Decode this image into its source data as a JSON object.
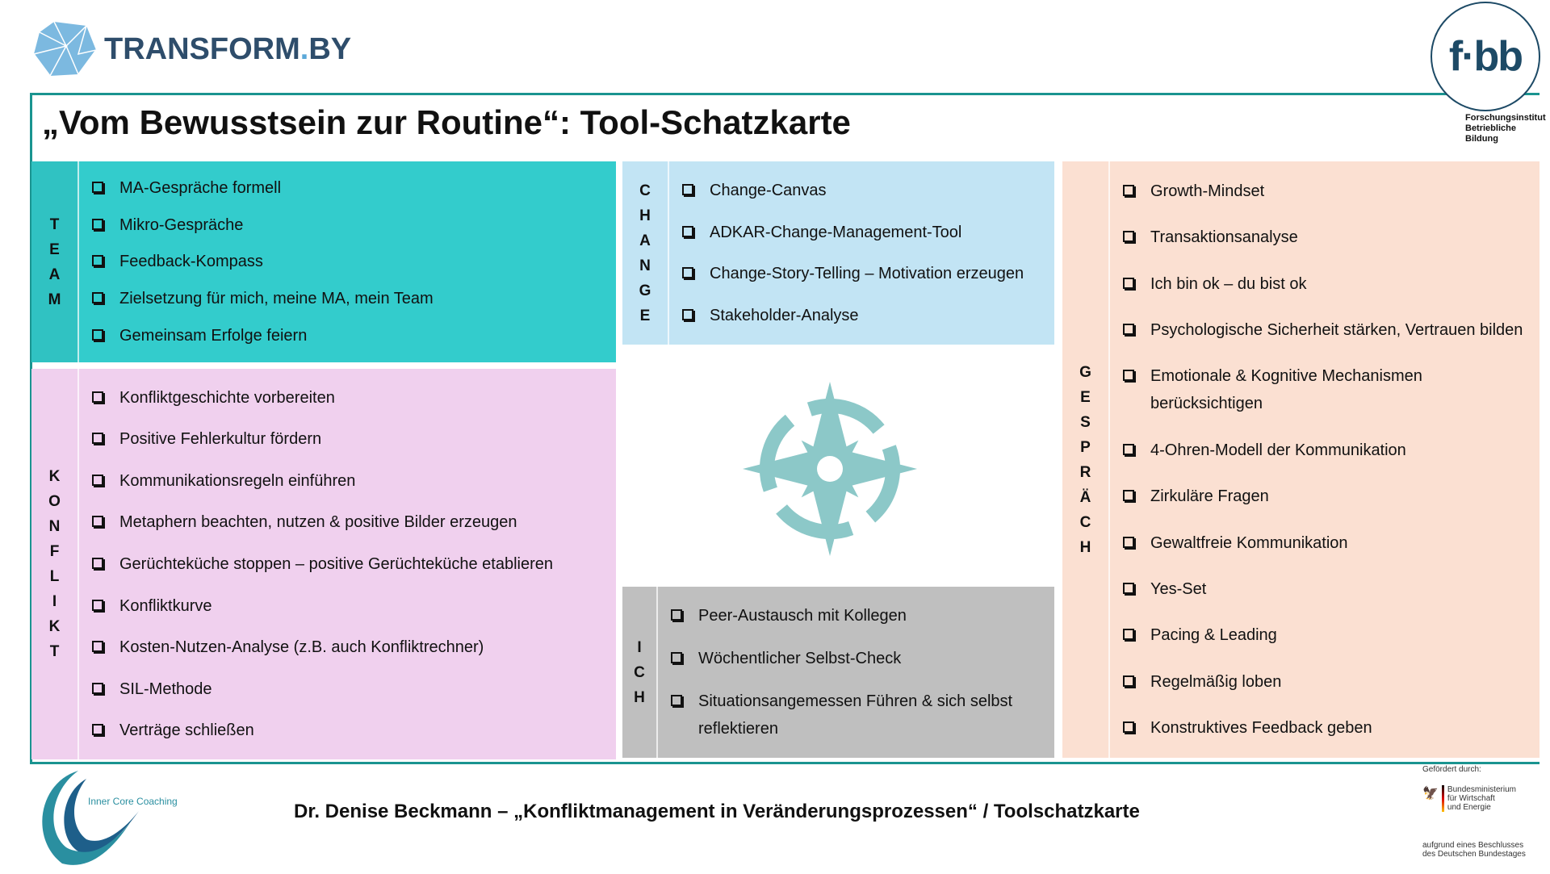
{
  "header": {
    "brand": "TRANSFORM",
    "brand_suffix": "BY",
    "title": "„Vom Bewusstsein zur Routine“: Tool-Schatzkarte",
    "fbb_logo": "f·bb",
    "fbb_sub1": "Forschungsinstitut",
    "fbb_sub2": "Betriebliche Bildung"
  },
  "team": {
    "label": [
      "T",
      "E",
      "A",
      "M"
    ],
    "items": [
      "MA-Gespräche formell",
      "Mikro-Gespräche",
      "Feedback-Kompass",
      "Zielsetzung für mich, meine MA, mein Team",
      "Gemeinsam Erfolge feiern"
    ]
  },
  "konflikt": {
    "label": [
      "K",
      "O",
      "N",
      "F",
      "L",
      "I",
      "K",
      "T"
    ],
    "items": [
      "Konfliktgeschichte vorbereiten",
      "Positive Fehlerkultur fördern",
      "Kommunikationsregeln einführen",
      "Metaphern beachten, nutzen & positive Bilder erzeugen",
      "Gerüchteküche stoppen – positive Gerüchteküche etablieren",
      "Konfliktkurve",
      "Kosten-Nutzen-Analyse (z.B. auch Konfliktrechner)",
      "SIL-Methode",
      "Verträge schließen"
    ]
  },
  "change": {
    "label": [
      "C",
      "H",
      "A",
      "N",
      "G",
      "E"
    ],
    "items": [
      "Change-Canvas",
      "ADKAR-Change-Management-Tool",
      "Change-Story-Telling – Motivation erzeugen",
      "Stakeholder-Analyse"
    ]
  },
  "ich": {
    "label": [
      "I",
      "C",
      "H"
    ],
    "items": [
      "Peer-Austausch mit Kollegen",
      "Wöchentlicher Selbst-Check",
      "Situationsangemessen Führen & sich selbst reflektieren"
    ]
  },
  "gespraech": {
    "label": [
      "G",
      "E",
      "S",
      "P",
      "R",
      "Ä",
      "C",
      "H"
    ],
    "items": [
      "Growth-Mindset",
      "Transaktionsanalyse",
      "Ich bin ok – du bist ok",
      "Psychologische Sicherheit stärken, Vertrauen bilden",
      "Emotionale & Kognitive Mechanismen berücksichtigen",
      "4-Ohren-Modell der Kommunikation",
      "Zirkuläre Fragen",
      "Gewaltfreie Kommunikation",
      "Yes-Set",
      "Pacing & Leading",
      "Regelmäßig loben",
      "Konstruktives Feedback geben"
    ]
  },
  "footer": {
    "text": "Dr. Denise Beckmann – „Konfliktmanagement in Veränderungsprozessen“ / Toolschatzkarte",
    "coach_logo": "Inner Core Coaching",
    "funded_by": "Gefördert durch:",
    "ministry": [
      "Bundesministerium",
      "für Wirtschaft",
      "und Energie"
    ],
    "resolution": [
      "aufgrund eines Beschlusses",
      "des Deutschen Bundestages"
    ]
  }
}
